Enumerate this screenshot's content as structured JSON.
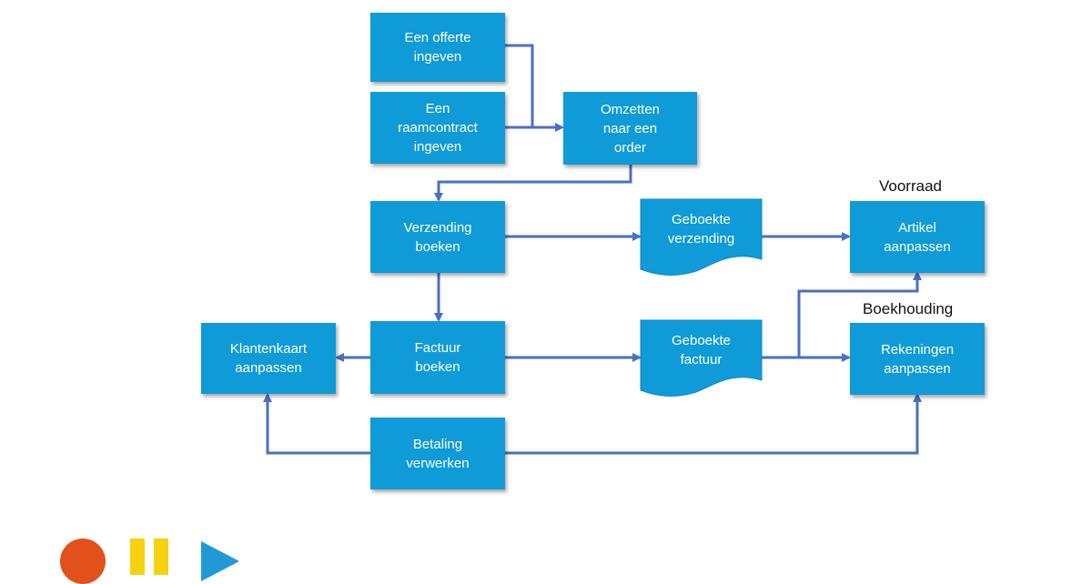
{
  "nodes": {
    "offerte": "Een offerte\ningeven",
    "raamcontract": "Een\nraamcontract\ningeven",
    "omzetten": "Omzetten\nnaar een\norder",
    "verzending": "Verzending\nboeken",
    "geboekte_verzending": "Geboekte\nverzending",
    "artikel": "Artikel\naanpassen",
    "klantenkaart": "Klantenkaart\naanpassen",
    "factuur": "Factuur\nboeken",
    "geboekte_factuur": "Geboekte\nfactuur",
    "rekeningen": "Rekeningen\naanpassen",
    "betaling": "Betaling\nverwerken"
  },
  "headings": {
    "voorraad": "Voorraad",
    "boekhouding": "Boekhouding"
  },
  "colors": {
    "box": "#0f9bd7",
    "arrow": "#4a6fc4",
    "record": "#e2501c",
    "pause": "#f5d20f",
    "play": "#1f9ad6"
  },
  "media_controls": [
    "record-icon",
    "pause-icon",
    "play-icon"
  ]
}
